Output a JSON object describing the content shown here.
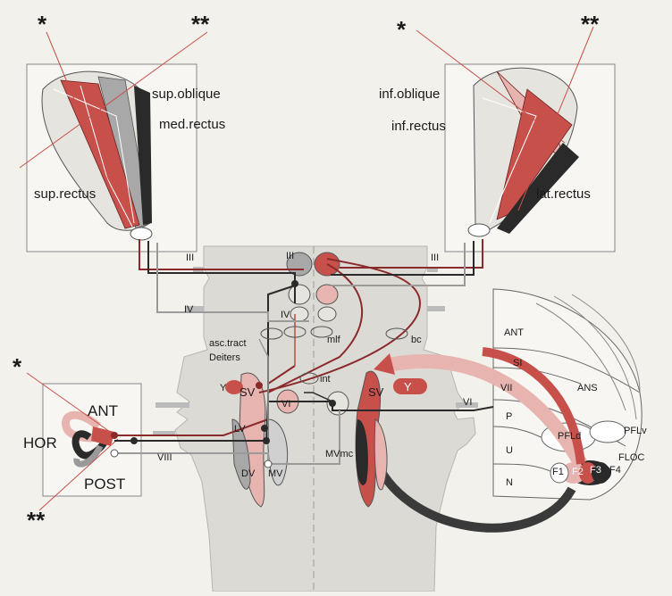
{
  "eye_left": {
    "stars_single": "*",
    "stars_double": "**",
    "labels": [
      "sup.oblique",
      "med.rectus",
      "sup.rectus"
    ]
  },
  "eye_right": {
    "stars_single": "*",
    "stars_double": "**",
    "labels": [
      "inf.oblique",
      "inf.rectus",
      "lat.rectus"
    ]
  },
  "canal": {
    "star_single": "*",
    "star_double": "**",
    "labels": [
      "ANT",
      "HOR",
      "POST"
    ]
  },
  "nerves": {
    "III_left": "III",
    "III_mid": "III",
    "III_right": "III",
    "IV_left": "IV",
    "IV_mid": "IV",
    "VI_right": "VI",
    "VI_mid": "VI",
    "VIII": "VIII"
  },
  "brainstem": {
    "asc_tract": "asc.tract",
    "deiters": "Deiters",
    "mlf": "mlf",
    "bc": "bc",
    "int": "int",
    "Y_left": "Y",
    "SV_left": "SV",
    "LV": "LV",
    "DV": "DV",
    "MV": "MV",
    "SV_right": "SV",
    "Y_right": "Y",
    "MVmc": "MVmc"
  },
  "cerebellum": {
    "labels": [
      "ANT",
      "SI",
      "VII",
      "ANS",
      "P",
      "U",
      "N",
      "PFLd",
      "PFLv",
      "FLOC"
    ],
    "flocculus": [
      "F1",
      "F2",
      "F3",
      "F4"
    ]
  },
  "colors": {
    "dark_red": "#8b2a2a",
    "red": "#c8504a",
    "pink": "#e8b4b0",
    "dark": "#2a2a2a",
    "gray": "#9a9a9a",
    "stem": "#dcdad5"
  }
}
